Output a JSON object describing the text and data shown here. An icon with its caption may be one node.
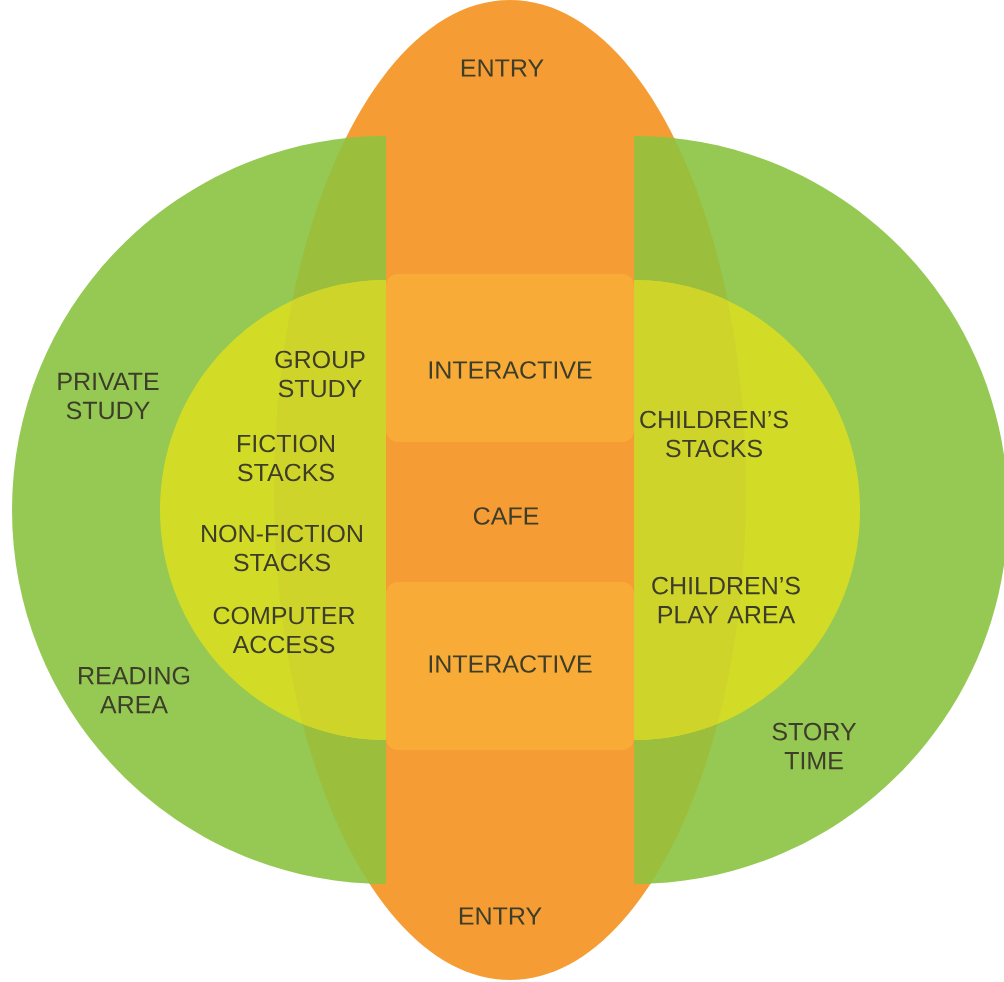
{
  "diagram": {
    "nodes": [
      {
        "text": [
          "PRIVATE STUDY",
          "READING AREA"
        ]
      },
      {
        "text": [
          "STORY TIME"
        ]
      },
      {
        "text": [
          "ENTRY",
          "CAFE",
          "ENTRY"
        ]
      },
      {
        "text": [
          "GROUP STUDY",
          "FICTION STACKS",
          "NON-FICTION STACKS",
          "COMPUTER ACCESS"
        ],
        "in": 0
      },
      {
        "text": [
          "CHILDREN’S STACKS",
          "CHILDREN’S PLAY AREA"
        ],
        "in": 1
      },
      {
        "text": [
          "INTERACTIVE"
        ]
      },
      {
        "text": [
          "INTERACTIVE"
        ]
      }
    ]
  }
}
